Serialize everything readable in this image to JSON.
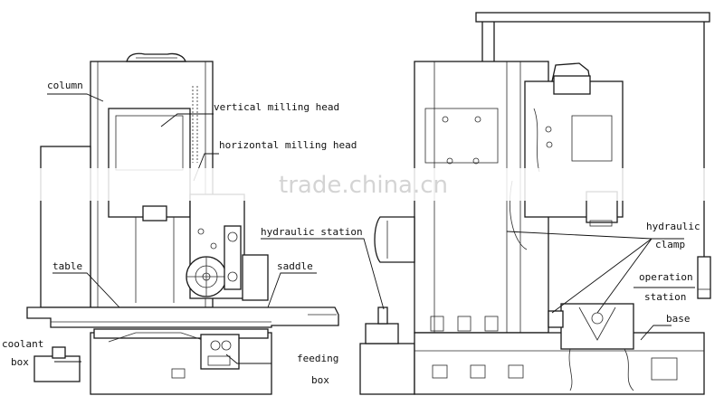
{
  "labels": {
    "column": "column",
    "vertical_milling_head": "vertical milling head",
    "horizontal_milling_head": "horizontal milling head",
    "table": "table",
    "saddle": "saddle",
    "coolant_box_line1": "coolant",
    "coolant_box_line2": "box",
    "feeding_box_line1": "feeding",
    "feeding_box_line2": "box",
    "hydraulic_station": "hydraulic station",
    "hydraulic_clamp_line1": "hydraulic",
    "hydraulic_clamp_line2": "clamp",
    "operation_station_line1": "operation",
    "operation_station_line2": "station",
    "base": "base"
  },
  "watermark": "trade.china.cn"
}
